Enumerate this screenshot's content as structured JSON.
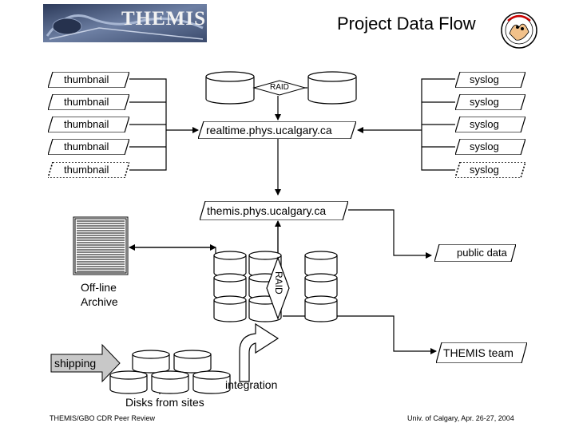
{
  "header": {
    "title": "Project Data Flow",
    "logo_text": "THEMIS"
  },
  "site": {
    "thumbnails": [
      "thumbnail",
      "thumbnail",
      "thumbnail",
      "thumbnail",
      "thumbnail"
    ],
    "syslogs": [
      "syslog",
      "syslog",
      "syslog",
      "syslog",
      "syslog"
    ]
  },
  "realtime": {
    "raid_label": "RAID",
    "server_label": "realtime.phys.ucalgary.ca"
  },
  "main": {
    "server_label": "themis.phys.ucalgary.ca",
    "public_label": "public data",
    "raid_label": "RAID",
    "archive_label_line1": "Off-line",
    "archive_label_line2": "Archive",
    "team_label": "THEMIS team",
    "shipping_label": "shipping",
    "integration_label": "integration",
    "disks_label": "Disks from sites"
  },
  "footer": {
    "left": "THEMIS/GBO CDR Peer Review",
    "right": "Univ. of Calgary, Apr. 26-27, 2004"
  },
  "colors": {
    "logo_bg": "#5a6c8c",
    "logo_text": "#f2f2f2",
    "arrow_fill": "#c8c8c8"
  }
}
